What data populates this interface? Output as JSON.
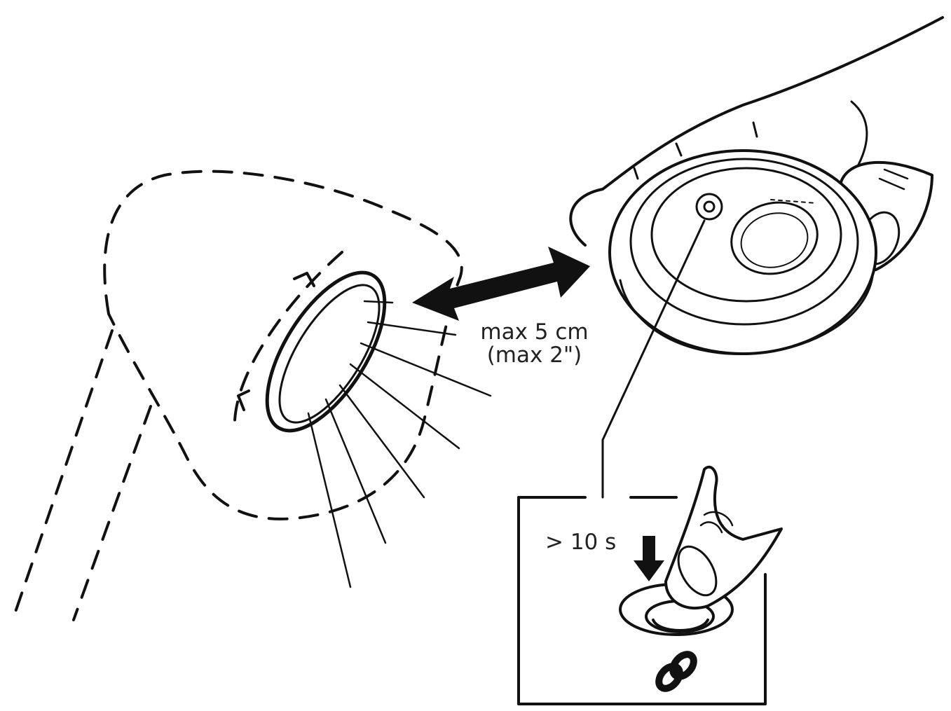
{
  "distance_label": {
    "line1": "max 5 cm",
    "line2": "(max 2\")"
  },
  "hold_label": "> 10 s",
  "icons": {
    "double_arrow": "double-headed-arrow",
    "press_arrow": "down-arrow",
    "pairing_symbol": "chain-link"
  },
  "colors": {
    "ink": "#111111",
    "background": "#ffffff"
  }
}
